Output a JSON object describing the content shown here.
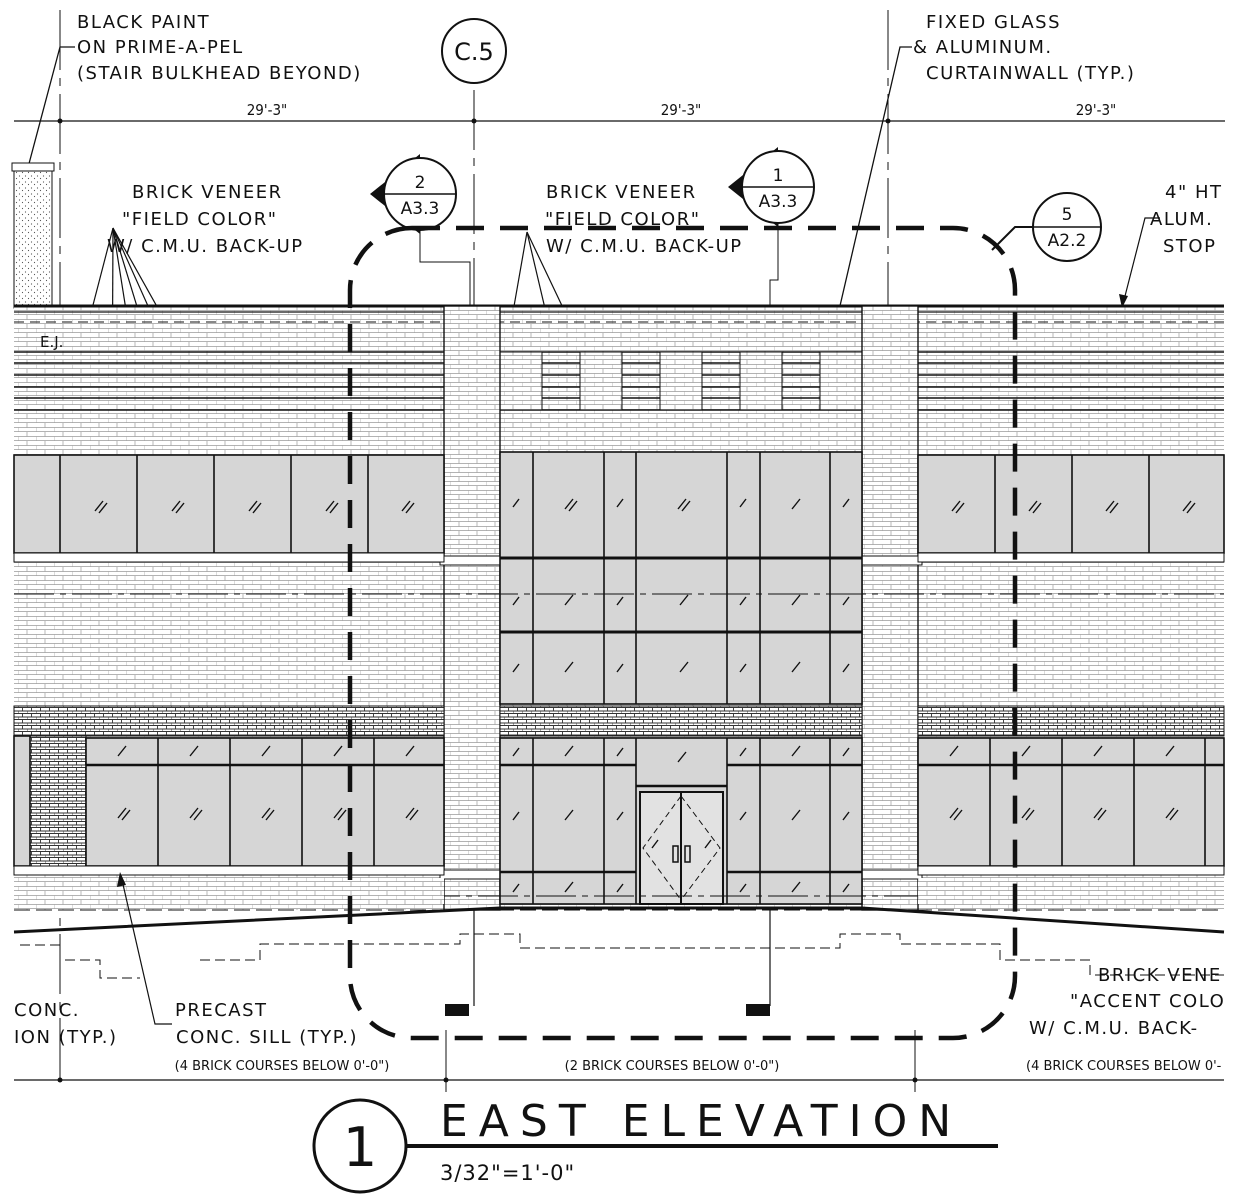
{
  "notes": {
    "black_paint": [
      "BLACK PAINT",
      "ON PRIME-A-PEL",
      "(STAIR BULKHEAD BEYOND)"
    ],
    "curtainwall": [
      "FIXED GLASS",
      "& ALUMINUM.",
      "CURTAINWALL (TYP.)"
    ],
    "brick_left": [
      "BRICK VENEER",
      "\"FIELD COLOR\"",
      "W/ C.M.U. BACK-UP"
    ],
    "brick_center": [
      "BRICK VENEER",
      "\"FIELD COLOR\"",
      "W/ C.M.U. BACK-UP"
    ],
    "alum_stop": [
      "4\" HT",
      "ALUM.",
      "STOP"
    ],
    "ej": "E.J.",
    "conc_left": [
      "CONC.",
      "ION (TYP.)"
    ],
    "precast_sill": [
      "PRECAST",
      "CONC. SILL (TYP.)"
    ],
    "brick_accent": [
      "BRICK VENE",
      "\"ACCENT COLO",
      "W/ C.M.U. BACK-"
    ]
  },
  "dimensions": [
    "29'-3\"",
    "29'-3\"",
    "29'-3\""
  ],
  "grid_bubble": "C.5",
  "section_tags": [
    {
      "number": "2",
      "sheet": "A3.3"
    },
    {
      "number": "1",
      "sheet": "A3.3"
    }
  ],
  "detail_tag": {
    "number": "5",
    "sheet": "A2.2"
  },
  "brick_courses": [
    "(4 BRICK COURSES BELOW 0'-0\")",
    "(2 BRICK COURSES BELOW 0'-0\")",
    "(4 BRICK COURSES BELOW 0'-"
  ],
  "title": {
    "number": "1",
    "name": "EAST ELEVATION",
    "scale": "3/32\"=1'-0\""
  }
}
